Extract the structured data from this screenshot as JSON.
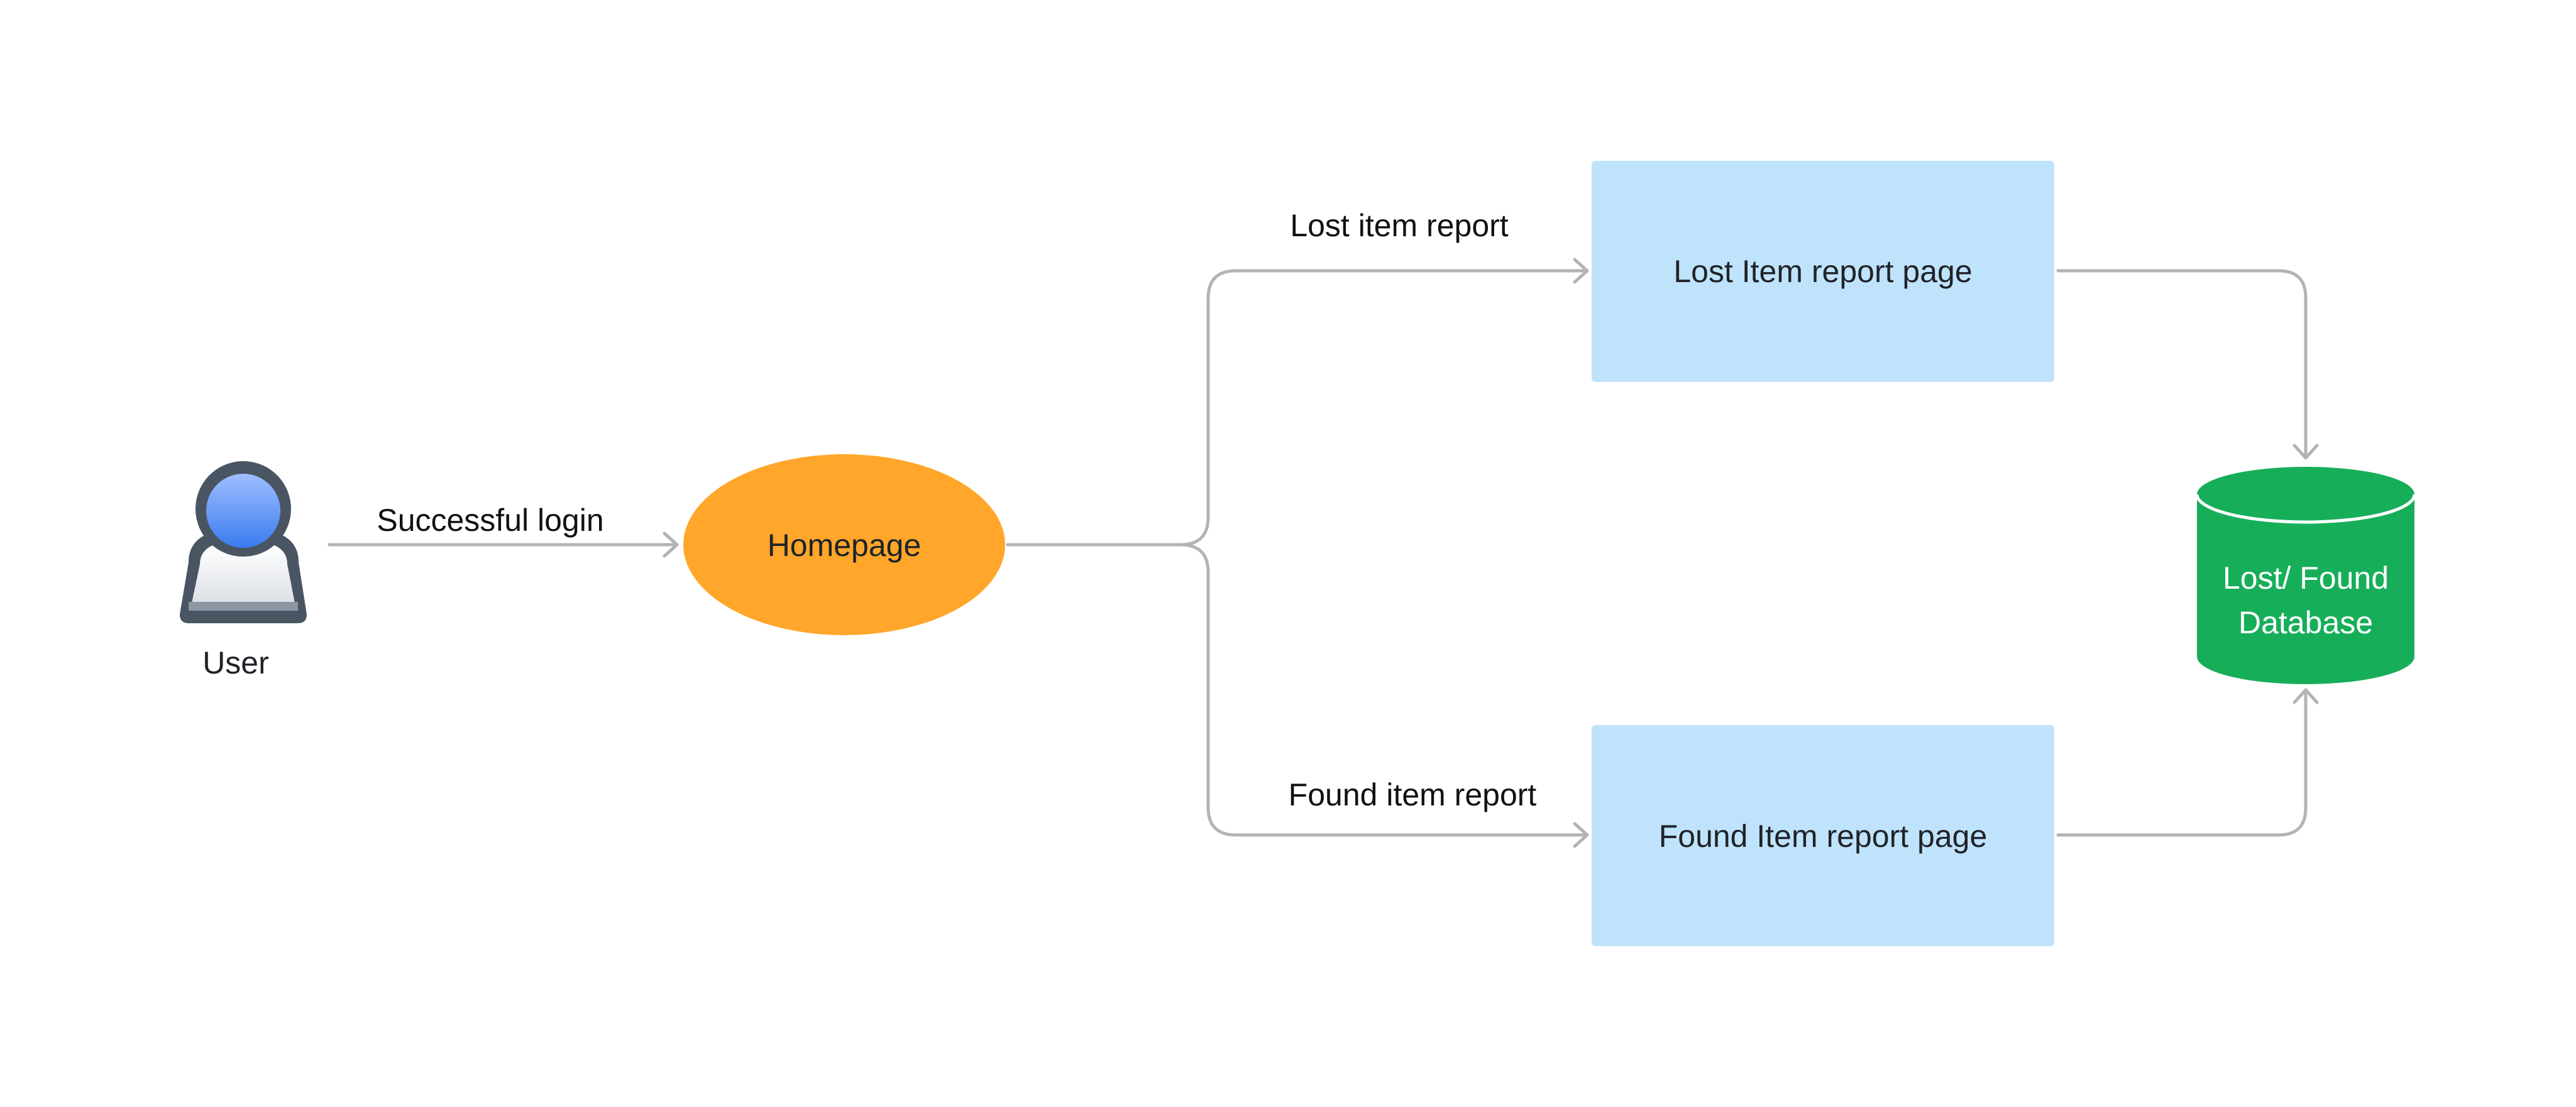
{
  "nodes": {
    "user": {
      "label": "User"
    },
    "homepage": {
      "label": "Homepage"
    },
    "lost_page": {
      "label": "Lost Item report page"
    },
    "found_page": {
      "label": "Found Item report page"
    },
    "database": {
      "label_line1": "Lost/ Found",
      "label_line2": "Database"
    }
  },
  "edges": {
    "login": {
      "label": "Successful login"
    },
    "lost": {
      "label": "Lost item report"
    },
    "found": {
      "label": "Found item report"
    }
  },
  "colors": {
    "homepage": "#FFA62B",
    "report_page": "#C0E3FC",
    "database": "#17AE5A",
    "connector": "#B3B3B3"
  }
}
